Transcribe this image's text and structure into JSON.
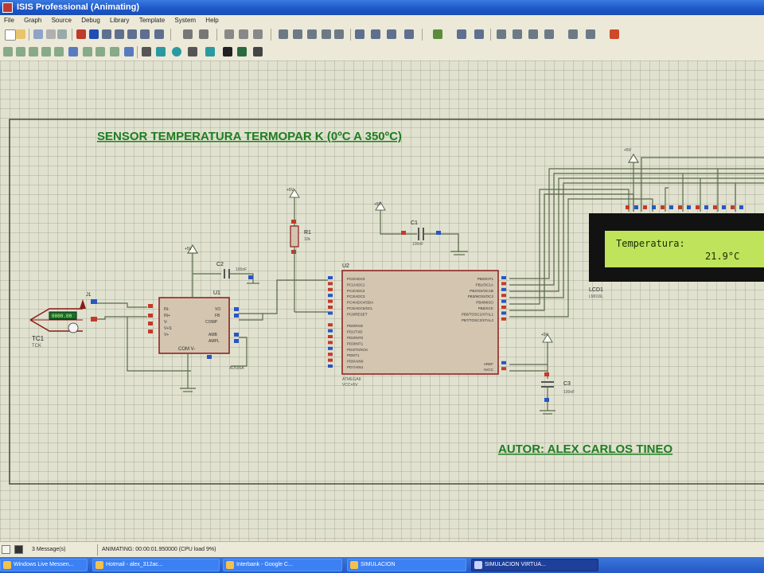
{
  "window": {
    "title": "ISIS Professional (Animating)"
  },
  "menu": {
    "items": [
      "File",
      "Graph",
      "Source",
      "Debug",
      "Library",
      "Template",
      "System",
      "Help"
    ]
  },
  "schematic": {
    "heading": "SENSOR TEMPERATURA TERMOPAR   K    (0ºC  A 350ºC)",
    "author": "AUTOR: ALEX CARLOS TINEO",
    "components": {
      "thermocouple": {
        "ref": "TC1",
        "value": "TCK",
        "reading": "0000.00"
      },
      "j1": "J1",
      "u1": {
        "ref": "U1",
        "pins_left": [
          "IN-",
          "IN+",
          "V-",
          "V+S",
          "V+"
        ],
        "pins_right": [
          "VO",
          "FB",
          "COMP",
          "AMB",
          "AMPL"
        ],
        "bottom": "COM  V-",
        "part": "AD595A"
      },
      "c2": {
        "ref": "C2",
        "value": "100nF"
      },
      "r1": {
        "ref": "R1",
        "value": "10k"
      },
      "c1": {
        "ref": "C1",
        "value": "100nF"
      },
      "u2": {
        "ref": "U2",
        "part": "ATMEGA8",
        "vcc": "VCC=5V",
        "pins_left": [
          "PC0/ADC0",
          "PC1/ADC1",
          "PC2/ADC2",
          "PC3/ADC3",
          "PC4/ADC4/SDA",
          "PC5/ADC5/SCL",
          "PC6/RESET",
          "",
          "PD0/RXD",
          "PD1/TXD",
          "PD2/INT0",
          "PD3/INT1",
          "PD4/T0/XCK",
          "PD5/T1",
          "PD6/AIN0",
          "PD7/AIN1"
        ],
        "pins_right": [
          "PB0/ICP1",
          "PB1/OC1A",
          "PB2/SS/OC1B",
          "PB3/MOSI/OC2",
          "PB4/MISO",
          "PB5/SCK",
          "PB6/TOSC1/XTAL1",
          "PB7/TOSC2/XTAL2",
          "",
          "",
          "",
          "",
          "AREF",
          "AVCC"
        ]
      },
      "c3": {
        "ref": "C3",
        "value": "100nF"
      },
      "lcd": {
        "ref": "LCD1",
        "part": "LM016L",
        "line1": "Temperatura:",
        "line2": "21.9°C"
      },
      "power_label": "+5V"
    }
  },
  "status": {
    "messages": "3 Message(s)",
    "sim": "ANIMATING: 00:00:01.950000 (CPU load 9%)"
  },
  "taskbar": {
    "items": [
      {
        "label": "Windows Live Messen..."
      },
      {
        "label": "Hotmail - alex_312ac..."
      },
      {
        "label": "Interbank - Google C..."
      },
      {
        "label": "SIMULACION"
      },
      {
        "label": "SIMULACION VIRTUA..."
      }
    ]
  },
  "colors": {
    "wire": "#5a6a4a",
    "component": "#8b1a1a",
    "component_fill": "#d4c5b0",
    "heading": "#1e7d22",
    "lcd_bg": "#bfe35a",
    "lcd_bezel": "#121212"
  }
}
